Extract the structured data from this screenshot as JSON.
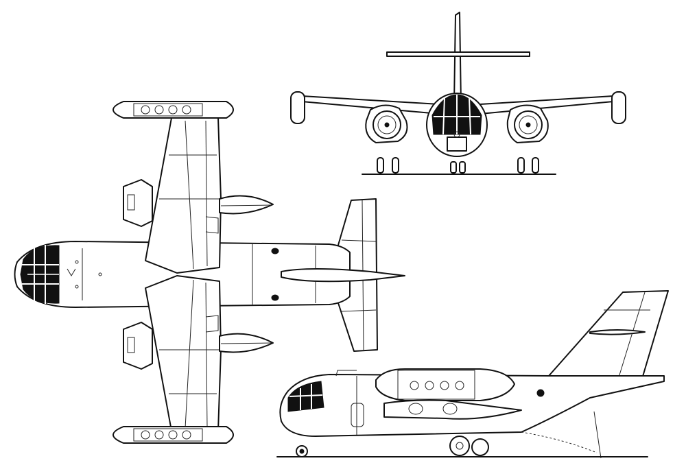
{
  "figure": {
    "views": [
      "plan-view",
      "front-view",
      "side-view"
    ],
    "style": {
      "line_color": "#111111",
      "background": "#ffffff",
      "glazing_color": "#111111"
    }
  }
}
